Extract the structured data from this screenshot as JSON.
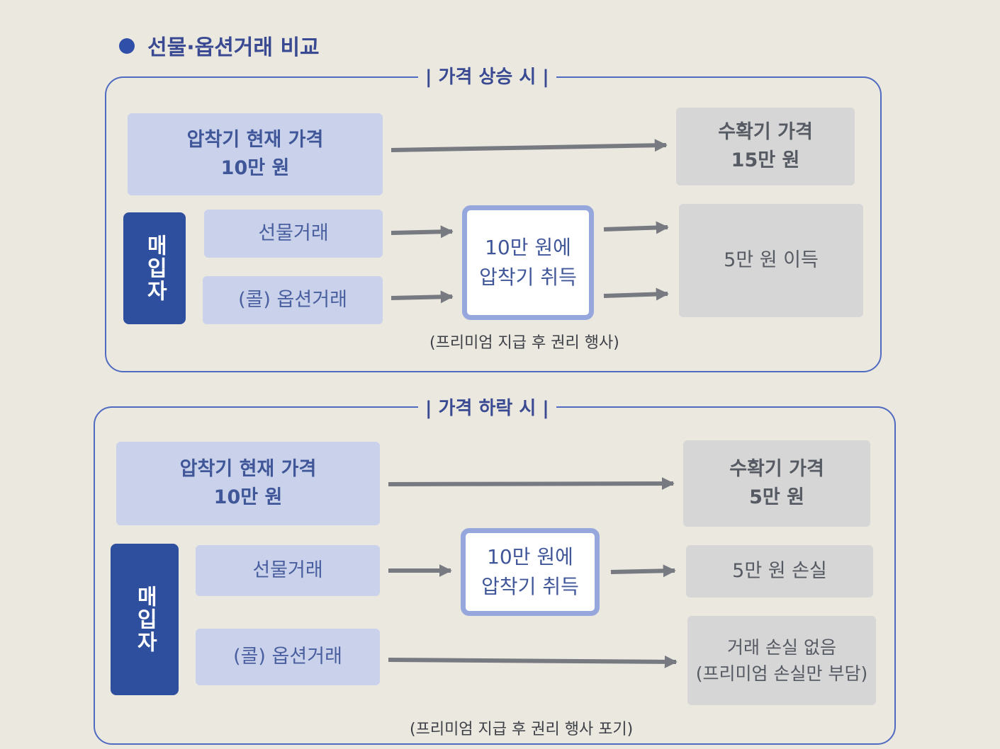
{
  "title": "선물·옵션거래 비교",
  "rise": {
    "label": "| 가격 상승 시 |",
    "current_price": [
      "압착기 현재 가격",
      "10만 원"
    ],
    "harvest_price": [
      "수확기 가격",
      "15만 원"
    ],
    "buyer": "매입자",
    "futures": "선물거래",
    "option": "(콜) 옵션거래",
    "acquire": [
      "10만 원에",
      "압착기 취득"
    ],
    "result": "5만 원 이득",
    "note": "(프리미엄 지급 후 권리 행사)"
  },
  "fall": {
    "label": "| 가격 하락 시 |",
    "current_price": [
      "압착기 현재 가격",
      "10만 원"
    ],
    "harvest_price": [
      "수확기 가격",
      "5만 원"
    ],
    "buyer": "매입자",
    "futures": "선물거래",
    "option": "(콜) 옵션거래",
    "acquire": [
      "10만 원에",
      "압착기 취득"
    ],
    "futures_result": "5만 원 손실",
    "option_result": [
      "거래 손실 없음",
      "(프리미엄 손실만 부담)"
    ],
    "note": "(프리미엄 지급 후 권리 행사 포기)"
  },
  "colors": {
    "accent": "#2e4f9e",
    "box_blue": "#c9d2ea",
    "box_gray": "#d6d6d6",
    "arrow": "#777a80"
  }
}
